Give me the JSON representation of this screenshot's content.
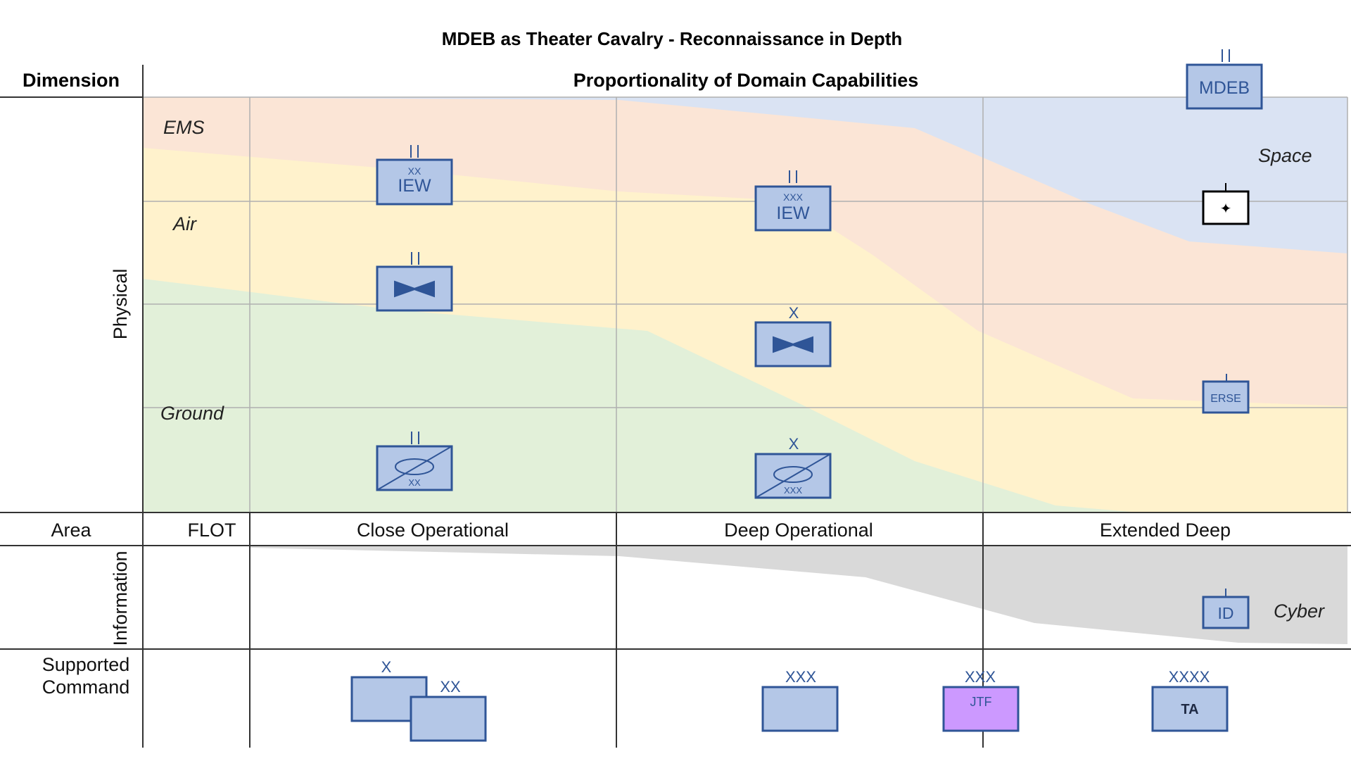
{
  "title": "MDEB as  Theater Cavalry - Reconnaissance in Depth",
  "headers": {
    "dimension": "Dimension",
    "proportionality": "Proportionality of Domain Capabilities"
  },
  "domains": {
    "ems": "EMS",
    "air": "Air",
    "ground": "Ground",
    "space": "Space",
    "cyber": "Cyber"
  },
  "row_labels": {
    "physical": "Physical",
    "area": "Area",
    "information": "Information",
    "supported_line1": "Supported",
    "supported_line2": "Command"
  },
  "areas": {
    "flot": "FLOT",
    "close": "Close Operational",
    "deep": "Deep Operational",
    "extended": "Extended Deep"
  },
  "symbols": {
    "mdeb": {
      "label": "MDEB",
      "echelon": "| |"
    },
    "iew_close": {
      "label": "IEW",
      "sub": "XX",
      "echelon": "| |"
    },
    "iew_deep": {
      "label": "IEW",
      "sub": "XXX",
      "echelon": "| |"
    },
    "aviation_close": {
      "echelon": "| |"
    },
    "aviation_deep": {
      "echelon": "X"
    },
    "recon_close": {
      "sub": "XX",
      "echelon": "| |"
    },
    "recon_deep": {
      "sub": "XXX",
      "echelon": "X"
    },
    "space_unit": {
      "glyph": "✦"
    },
    "erse": {
      "label": "ERSE"
    },
    "id_unit": {
      "label": "ID"
    },
    "cmd_x": {
      "echelon": "X"
    },
    "cmd_xx": {
      "echelon": "XX"
    },
    "cmd_xxx": {
      "echelon": "XXX"
    },
    "jtf": {
      "label": "JTF",
      "echelon": "XXX"
    },
    "ta": {
      "label": "TA",
      "echelon": "XXXX"
    }
  },
  "colors": {
    "space": "#dae3f3",
    "ems": "#fbe5d6",
    "air": "#fff2cc",
    "ground": "#e2f0d9",
    "cyber": "#d9d9d9",
    "unit_fill": "#b4c7e7",
    "unit_stroke": "#2f5597",
    "jtf_fill": "#cc99ff"
  }
}
